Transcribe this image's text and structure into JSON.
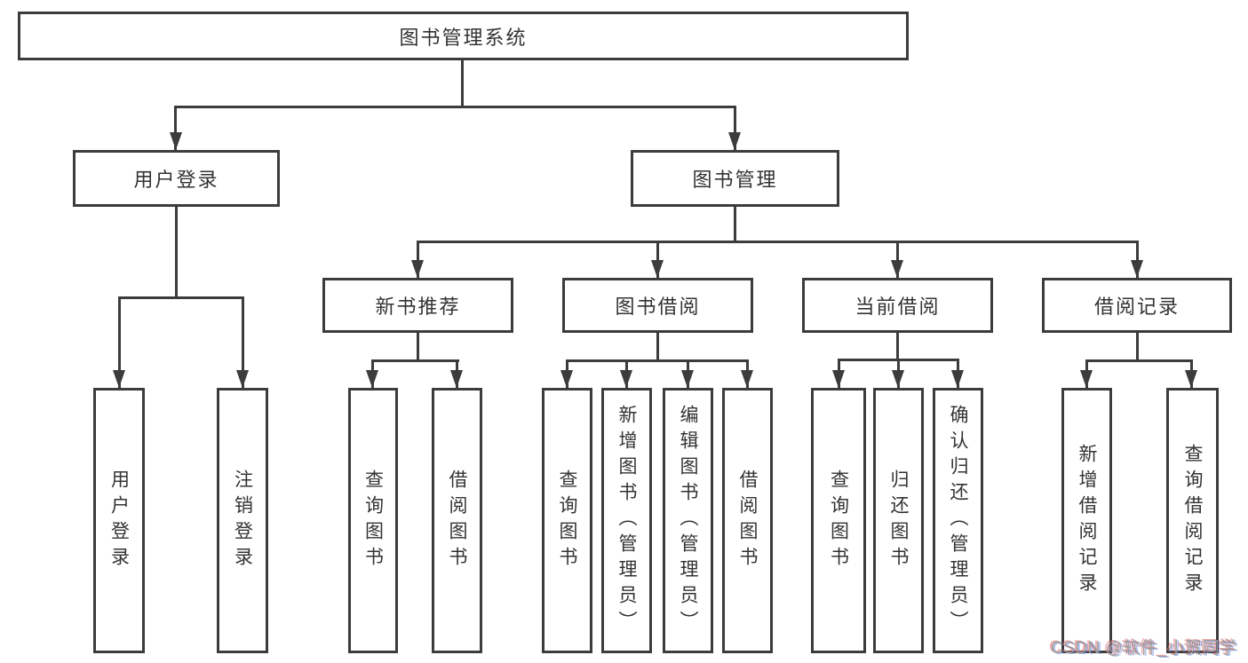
{
  "diagram": {
    "type": "tree",
    "root": {
      "label": "图书管理系统",
      "children": [
        {
          "label": "用户登录",
          "children": [
            {
              "label": "用户登录"
            },
            {
              "label": "注销登录"
            }
          ]
        },
        {
          "label": "图书管理",
          "children": [
            {
              "label": "新书推荐",
              "children": [
                {
                  "label": "查询图书"
                },
                {
                  "label": "借阅图书"
                }
              ]
            },
            {
              "label": "图书借阅",
              "children": [
                {
                  "label": "查询图书"
                },
                {
                  "label": "新增图书（管理员）"
                },
                {
                  "label": "编辑图书（管理员）"
                },
                {
                  "label": "借阅图书"
                }
              ]
            },
            {
              "label": "当前借阅",
              "children": [
                {
                  "label": "查询图书"
                },
                {
                  "label": "归还图书"
                },
                {
                  "label": "确认归还（管理员）"
                }
              ]
            },
            {
              "label": "借阅记录",
              "children": [
                {
                  "label": "新增借阅记录"
                },
                {
                  "label": "查询借阅记录"
                }
              ]
            }
          ]
        }
      ]
    }
  },
  "watermark": {
    "text": "CSDN @软件_小贺同学"
  },
  "colors": {
    "line": "#3c3c3c",
    "text": "#333333",
    "watermark": "#9b9b9b",
    "background": "#ffffff"
  }
}
